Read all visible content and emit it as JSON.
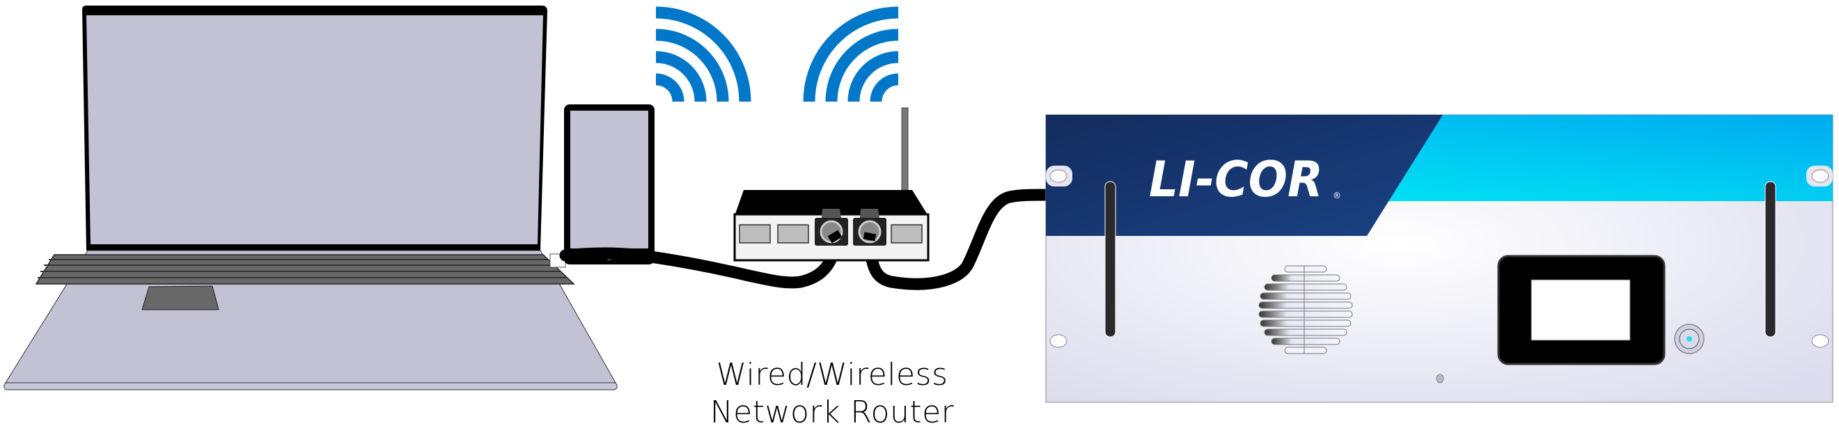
{
  "diagram": {
    "title": "Network connection diagram",
    "nodes": [
      {
        "id": "laptop",
        "label": "Laptop computer"
      },
      {
        "id": "phone",
        "label": "Mobile device"
      },
      {
        "id": "router",
        "label": "Wired/Wireless Network Router"
      },
      {
        "id": "analyzer",
        "label": "LI-COR rack-mount instrument"
      }
    ],
    "edges": [
      {
        "from": "laptop",
        "to": "router",
        "type": "wired"
      },
      {
        "from": "router",
        "to": "analyzer",
        "type": "wired"
      },
      {
        "from": "phone",
        "to": "router",
        "type": "wireless"
      }
    ]
  },
  "router_caption": {
    "line1": "Wired/Wireless",
    "line2": "Network Router"
  },
  "instrument": {
    "brand": "LI-COR",
    "trademark": "®"
  },
  "colors": {
    "wifi_blue": "#0077c8",
    "screen_lavender": "#c3c2d4",
    "panel_navy": "#17336a",
    "panel_cyan": "#00d8f0",
    "panel_body": "#e8e9f5",
    "cable": "#000000",
    "status_led": "#22e0f0"
  }
}
